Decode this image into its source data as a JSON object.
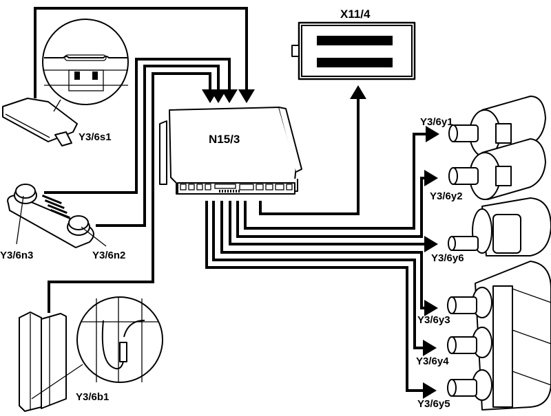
{
  "diagram": {
    "type": "electrical wiring schematic",
    "components": {
      "control_unit": {
        "label": "N15/3"
      },
      "diagnostic_connector": {
        "label": "X11/4"
      },
      "kickdown_switch": {
        "label": "Y3/6s1"
      },
      "speed_sensor_n3": {
        "label": "Y3/6n3"
      },
      "speed_sensor_n2": {
        "label": "Y3/6n2"
      },
      "temperature_sensor": {
        "label": "Y3/6b1"
      },
      "solenoid_y1": {
        "label": "Y3/6y1"
      },
      "solenoid_y2": {
        "label": "Y3/6y2"
      },
      "solenoid_y6": {
        "label": "Y3/6y6"
      },
      "solenoid_y3": {
        "label": "Y3/6y3"
      },
      "solenoid_y4": {
        "label": "Y3/6y4"
      },
      "solenoid_y5": {
        "label": "Y3/6y5"
      }
    },
    "connections": [
      {
        "from": "Y3/6s1",
        "to": "N15/3"
      },
      {
        "from": "Y3/6n3",
        "to": "N15/3"
      },
      {
        "from": "Y3/6n2",
        "to": "N15/3"
      },
      {
        "from": "Y3/6b1",
        "to": "N15/3"
      },
      {
        "from": "N15/3",
        "to": "X11/4"
      },
      {
        "from": "N15/3",
        "to": "Y3/6y1"
      },
      {
        "from": "N15/3",
        "to": "Y3/6y2"
      },
      {
        "from": "N15/3",
        "to": "Y3/6y6"
      },
      {
        "from": "N15/3",
        "to": "Y3/6y3"
      },
      {
        "from": "N15/3",
        "to": "Y3/6y4"
      },
      {
        "from": "N15/3",
        "to": "Y3/6y5"
      }
    ]
  }
}
